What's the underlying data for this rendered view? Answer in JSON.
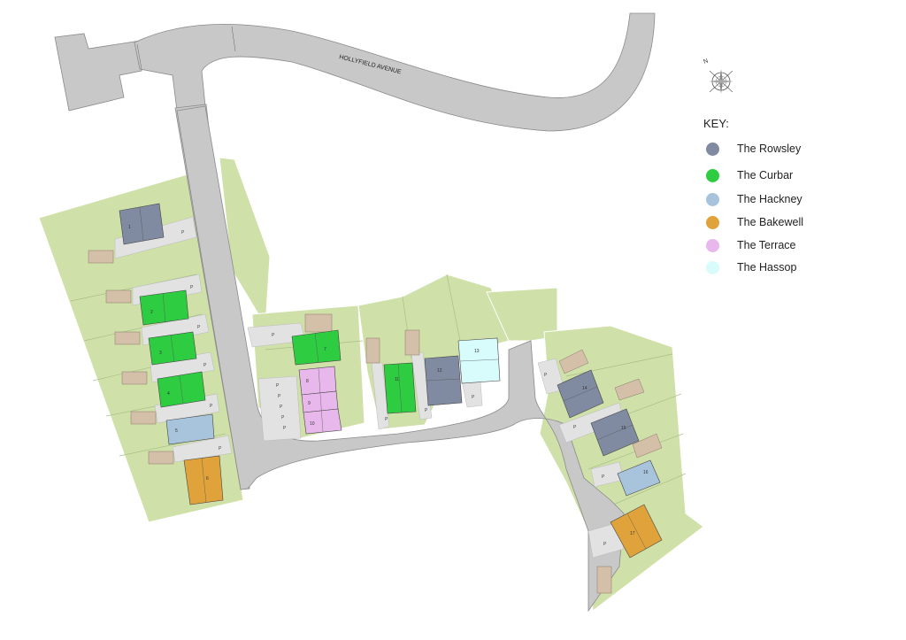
{
  "road": {
    "name": "HOLLYFIELD AVENUE"
  },
  "compass": {
    "north": "N"
  },
  "key": {
    "title": "KEY:",
    "items": [
      {
        "label": "The Rowsley",
        "color": "#808aa0"
      },
      {
        "label": "The Curbar",
        "color": "#2ecc40"
      },
      {
        "label": "The Hackney",
        "color": "#a8c4dc"
      },
      {
        "label": "The Bakewell",
        "color": "#e0a23a"
      },
      {
        "label": "The Terrace",
        "color": "#e8b8ec"
      },
      {
        "label": "The Hassop",
        "color": "#d8fbfb"
      }
    ]
  },
  "plots": {
    "p1": "1",
    "p2": "2",
    "p3": "3",
    "p4": "4",
    "p5": "5",
    "p6": "6",
    "p7": "7",
    "p8": "8",
    "p9": "9",
    "p10": "10",
    "p11": "11",
    "p12": "12",
    "p13": "13",
    "p14": "14",
    "p15": "15",
    "p16": "16",
    "p17": "17"
  },
  "parking": "P"
}
